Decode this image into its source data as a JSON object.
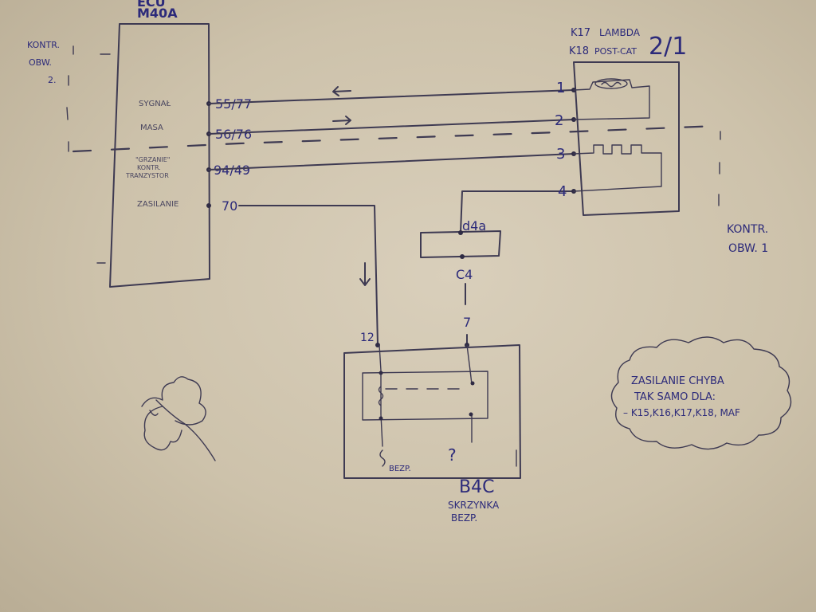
{
  "ecu": {
    "title_top": "ECU",
    "title": "M40A",
    "side_label": [
      "KONTR.",
      "OBW.",
      "2."
    ],
    "pins": [
      {
        "label": "SYGNAŁ",
        "num": "55/77"
      },
      {
        "label": "MASA",
        "num": "56/76"
      },
      {
        "label": "\"GRZANIE\" KONTR. TRANZYSTOR",
        "num": "94/49"
      },
      {
        "label": "ZASILANIE",
        "num": "70"
      }
    ]
  },
  "sensor": {
    "ref_top": "K17",
    "ref_bottom": "K18",
    "name_top": "LAMBDA",
    "name_bottom": "POST-CAT",
    "position": "2/1",
    "pins": [
      "1",
      "2",
      "3",
      "4"
    ],
    "side_label": [
      "KONTR.",
      "OBW. 1"
    ]
  },
  "connector": {
    "top": "d4a",
    "bottom": "C4"
  },
  "fuse_box": {
    "pin_left": "12",
    "pin_right": "7",
    "fuse_label": "BEZP.",
    "unknown": "?",
    "name": "B4C",
    "caption": [
      "SKRZYNKA",
      "BEZP."
    ]
  },
  "note": {
    "lines": [
      "ZASILANIE CHYBA",
      "TAK SAMO DLA:",
      "– K15,K16,K17,K18, MAF"
    ]
  },
  "colors": {
    "ink": "#3e3a52",
    "paper": "#d6ccb7",
    "pen": "#2c2a7a"
  }
}
